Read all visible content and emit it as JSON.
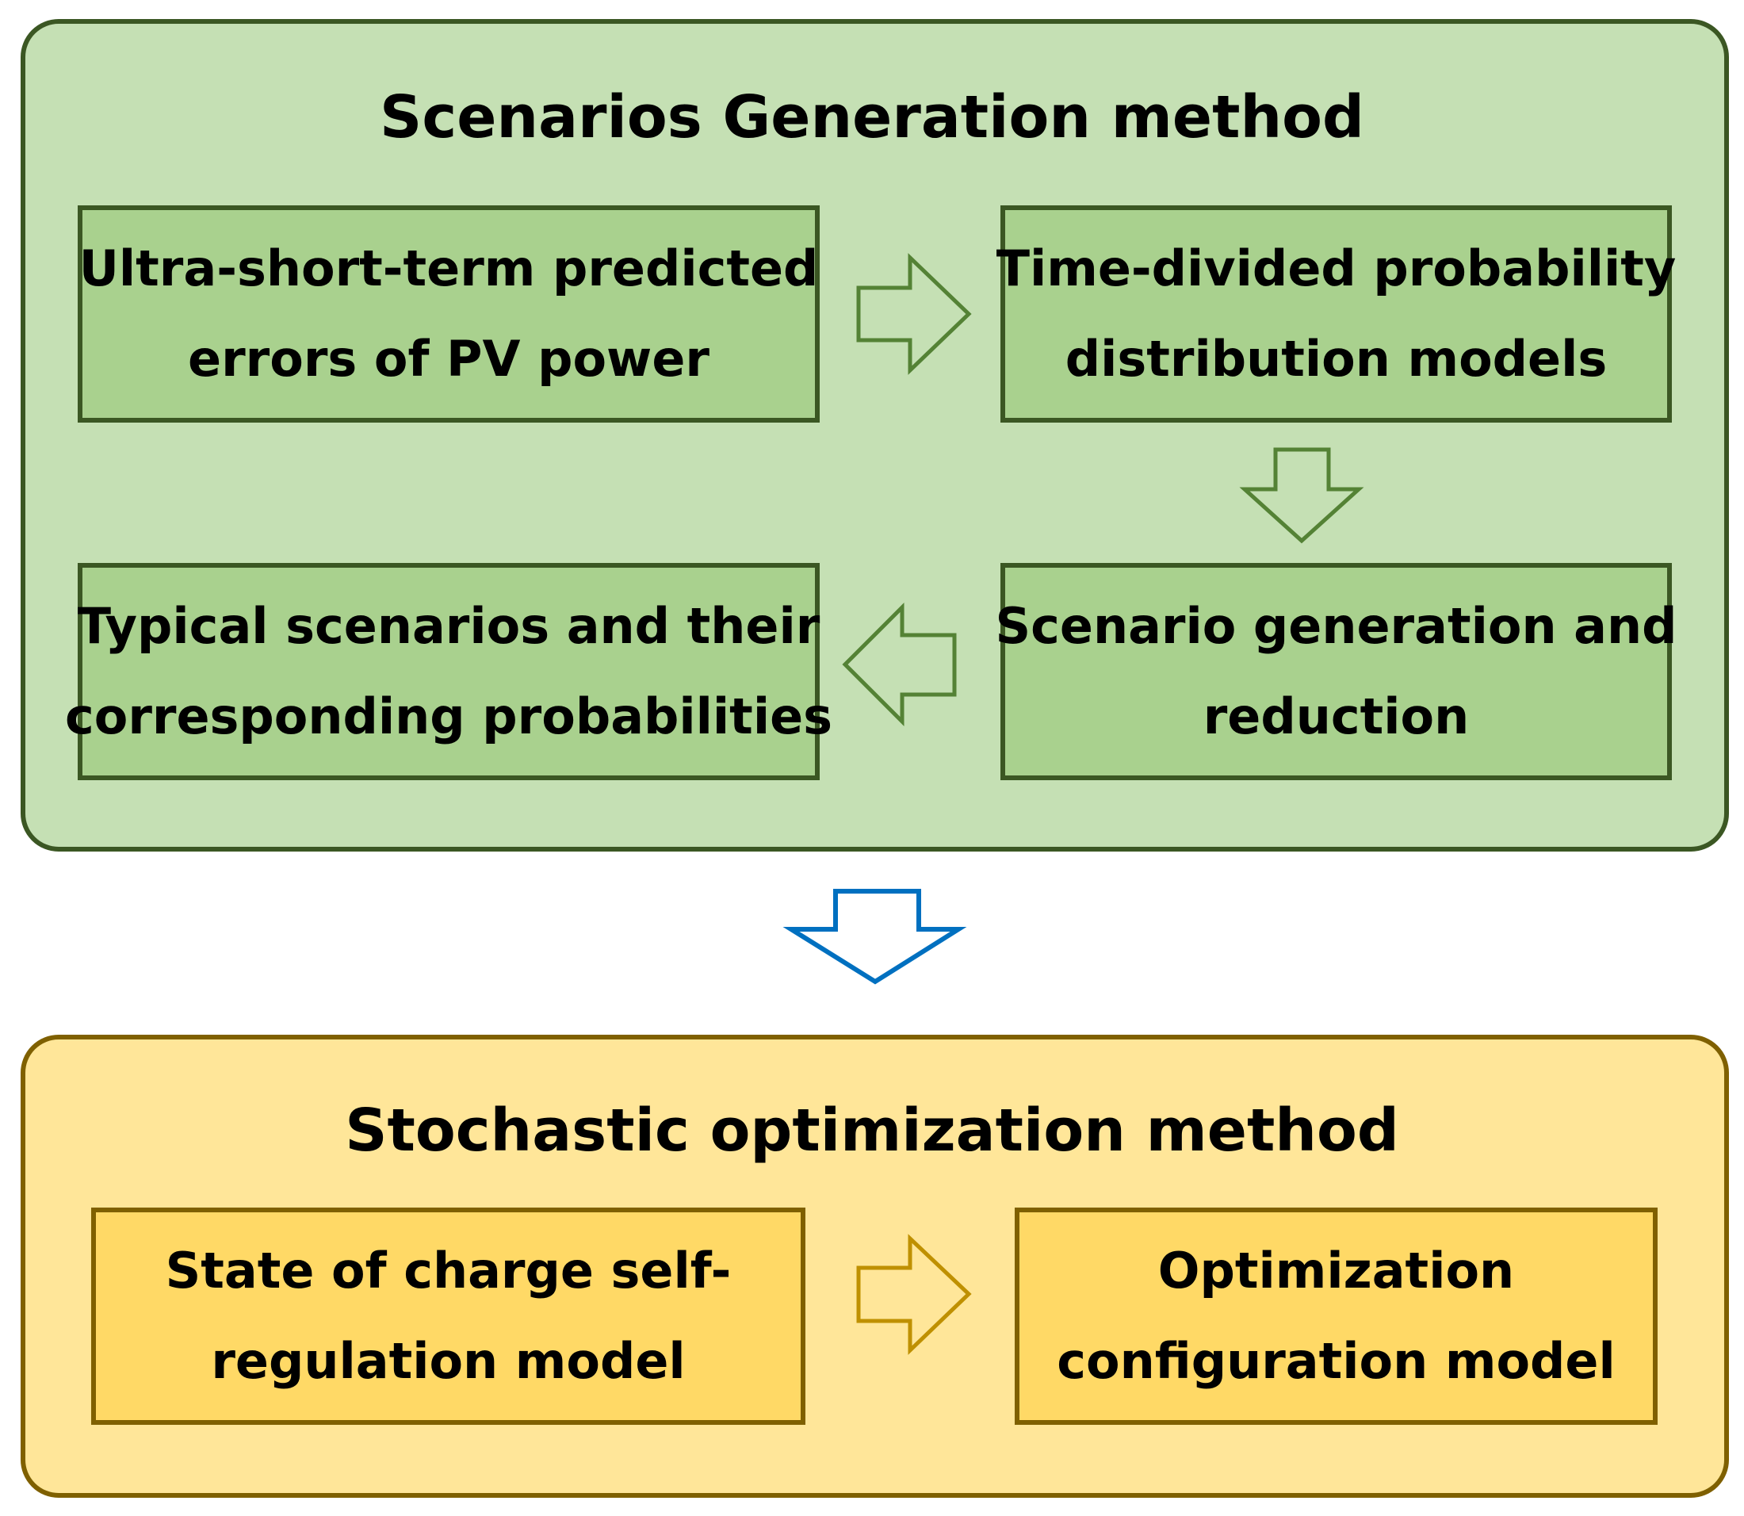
{
  "colors": {
    "green_panel_fill": "#c5e0b4",
    "green_border": "#3b5723",
    "green_box_fill": "#a9d18e",
    "green_arrow": "#548235",
    "yellow_panel_fill": "#ffe699",
    "yellow_border": "#7f6000",
    "yellow_box_fill": "#ffd966",
    "yellow_arrow": "#bf9000",
    "blue_arrow": "#0070c0"
  },
  "scenario_panel": {
    "title": "Scenarios Generation method",
    "boxes": {
      "prediction_errors": {
        "line1": "Ultra-short-term predicted",
        "line2": "errors of PV power"
      },
      "probability_models": {
        "line1": "Time-divided probability",
        "line2": "distribution models"
      },
      "generation_reduction": {
        "line1": "Scenario generation and",
        "line2": "reduction"
      },
      "typical_scenarios": {
        "line1": "Typical scenarios and their",
        "line2": "corresponding probabilities"
      }
    },
    "arrow_icons": [
      "arrow-right-icon",
      "arrow-down-icon",
      "arrow-left-icon"
    ]
  },
  "flow_arrow_icon": "arrow-down-icon",
  "optimization_panel": {
    "title": "Stochastic optimization method",
    "boxes": {
      "soc_model": {
        "line1": "State of charge self-",
        "line2": "regulation model"
      },
      "configuration_model": {
        "line1": "Optimization",
        "line2": "configuration model"
      }
    },
    "arrow_icons": [
      "arrow-right-icon"
    ]
  }
}
